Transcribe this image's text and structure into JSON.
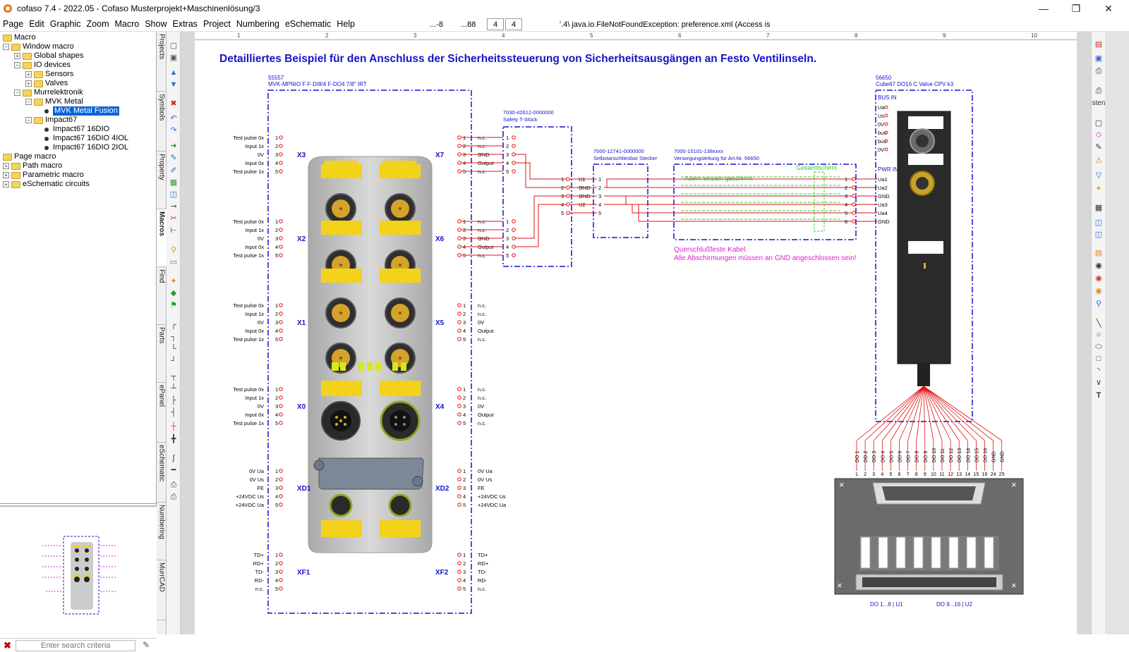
{
  "window": {
    "title": "cofaso 7.4 - 2022.05 - Cofaso Musterprojekt+Maschinenlösung/3",
    "minimize": "—",
    "restore": "❐",
    "close": "✕"
  },
  "menu": {
    "items": [
      "Page",
      "Edit",
      "Graphic",
      "Zoom",
      "Macro",
      "Show",
      "Extras",
      "Project",
      "Numbering",
      "eSchematic",
      "Help"
    ],
    "field1": "...-8",
    "field2": "...88",
    "field3": "4",
    "field4": "4",
    "status": "'.4\\ java.io.FileNotFoundException: preference.xml (Access is"
  },
  "tree": {
    "root": "Macro",
    "window_macro": "Window macro",
    "global_shapes": "Global shapes",
    "io_devices": "IO devices",
    "sensors": "Sensors",
    "valves": "Valves",
    "murrelektronik": "Murrelektronik",
    "mvk_metal": "MVK Metal",
    "mvk_metal_fusion": "MVK Metal Fusion",
    "impact67": "Impact67",
    "impact67_16dio": "Impact67 16DIO",
    "impact67_16dio_4iol": "Impact67 16DIO 4IOL",
    "impact67_16dio_2iol": "Impact67 16DIO 2IOL",
    "page_macro": "Page macro",
    "path_macro": "Path macro",
    "parametric_macro": "Parametric macro",
    "eschematic_circuits": "eSchematic circuits"
  },
  "search": {
    "placeholder": "Enter search criteria"
  },
  "vtabs": [
    "Projects",
    "Symbols",
    "Property",
    "Macros",
    "Find",
    "Parts",
    "ePanel",
    "eSchematic",
    "Numbering",
    "MurrCAD"
  ],
  "right_tab": "sten",
  "ruler": [
    "1",
    "2",
    "3",
    "4",
    "5",
    "6",
    "7",
    "8",
    "9",
    "10"
  ],
  "schematic": {
    "title": "Detailliertes Beispiel für den Anschluss der Sicherheitssteuerung von Sicherheitsausgängen an Festo Ventilinseln.",
    "device_id": "55557",
    "device_name": "MVK-MPNIO F F-DI8/4 F-DO4 7/8\" IRT",
    "left_groups": [
      {
        "port": "X3",
        "pins": [
          "Test pulse 0x",
          "Input 1x",
          "0V",
          "Input 0x",
          "Test pulse 1x"
        ]
      },
      {
        "port": "X2",
        "pins": [
          "Test pulse 0x",
          "Input 1x",
          "0V",
          "Input 0x",
          "Test pulse 1x"
        ]
      },
      {
        "port": "X1",
        "pins": [
          "Test pulse 0x",
          "Input 1x",
          "0V",
          "Input 0x",
          "Test pulse 1x"
        ]
      },
      {
        "port": "X0",
        "pins": [
          "Test pulse 0x",
          "Input 1x",
          "0V",
          "Input 0x",
          "Test pulse 1x"
        ]
      },
      {
        "port": "XD1",
        "pins": [
          "0V Ua",
          "0V Us",
          "FE",
          "+24VDC Us",
          "+24VDC Ua"
        ]
      },
      {
        "port": "XF1",
        "pins": [
          "TD+",
          "RD+",
          "TD-",
          "RD-",
          "n.c."
        ]
      }
    ],
    "right_groups": [
      {
        "port": "X7",
        "pins": [
          "n.c.",
          "n.c.",
          "GND",
          "Output",
          "n.c."
        ]
      },
      {
        "port": "X6",
        "pins": [
          "n.c.",
          "n.c.",
          "GND",
          "Output",
          "n.c."
        ]
      },
      {
        "port": "X5",
        "pins": [
          "n.c.",
          "n.c.",
          "0V",
          "Output",
          "n.c."
        ]
      },
      {
        "port": "X4",
        "pins": [
          "n.c.",
          "n.c.",
          "0V",
          "Output",
          "n.c."
        ]
      },
      {
        "port": "XD2",
        "pins": [
          "0V Ua",
          "0V Us",
          "FE",
          "+24VDC Us",
          "+24VDC Ua"
        ]
      },
      {
        "port": "XF2",
        "pins": [
          "TD+",
          "RD+",
          "TD-",
          "RD-",
          "n.c."
        ]
      }
    ],
    "pin_numbers": [
      "1",
      "2",
      "3",
      "4",
      "5"
    ],
    "tee_id": "7030-42612-0000000",
    "tee_name": "Safety T-Stück",
    "tee_out_labels": [
      "U1",
      "GND",
      "GND",
      "U2"
    ],
    "conn_id": "7000-12741-0000000",
    "conn_name": "Selbstanschliesbar Stecker",
    "cable_id": "7000-15101-138xxxx",
    "cable_name": "Versorgungsleitung für Art.Nr. 56650",
    "shield_total": "Gesamtschirm",
    "shield_single": "Adern einzeln geschirmt",
    "note1": "Querschlußfeste Kabel",
    "note2": "Alle Abschirmungen müssen an GND angeschlossen sein!",
    "valve_id": "56650",
    "valve_name": "Cube67 DO16 C Valve CPV k3",
    "bus_in": "BUS IN",
    "bus_pins": [
      "Ua",
      "Us",
      "0V",
      "bus",
      "bus",
      "0V"
    ],
    "pwr_in": "PWR IN",
    "pwr_pins": [
      "Ua1",
      "Ua2",
      "GND",
      "Ua3",
      "Ua4",
      "GND"
    ],
    "cable_pin_numbers": [
      "1",
      "2",
      "3",
      "4",
      "5",
      "6"
    ],
    "do_labels": [
      "DO 1",
      "DO 2",
      "DO 3",
      "DO 4",
      "DO 5",
      "DO 6",
      "DO 7",
      "DO 8",
      "DO 9",
      "DO 10",
      "DO 11",
      "DO 12",
      "DO 13",
      "DO 14",
      "DO 15",
      "DO 16",
      "GND",
      "GND"
    ],
    "sub_pins": [
      "1",
      "2",
      "3",
      "4",
      "5",
      "6",
      "7",
      "8",
      "9",
      "10",
      "11",
      "12",
      "13",
      "14",
      "15",
      "16",
      "24",
      "25"
    ],
    "footer1": "DO 1...8 | U1",
    "footer2": "DO 9...16 | U2"
  },
  "colors": {
    "blue": "#1414c8",
    "red": "#e01010",
    "green": "#33cc33",
    "magenta": "#e020d0",
    "yellow": "#f3d21a"
  }
}
